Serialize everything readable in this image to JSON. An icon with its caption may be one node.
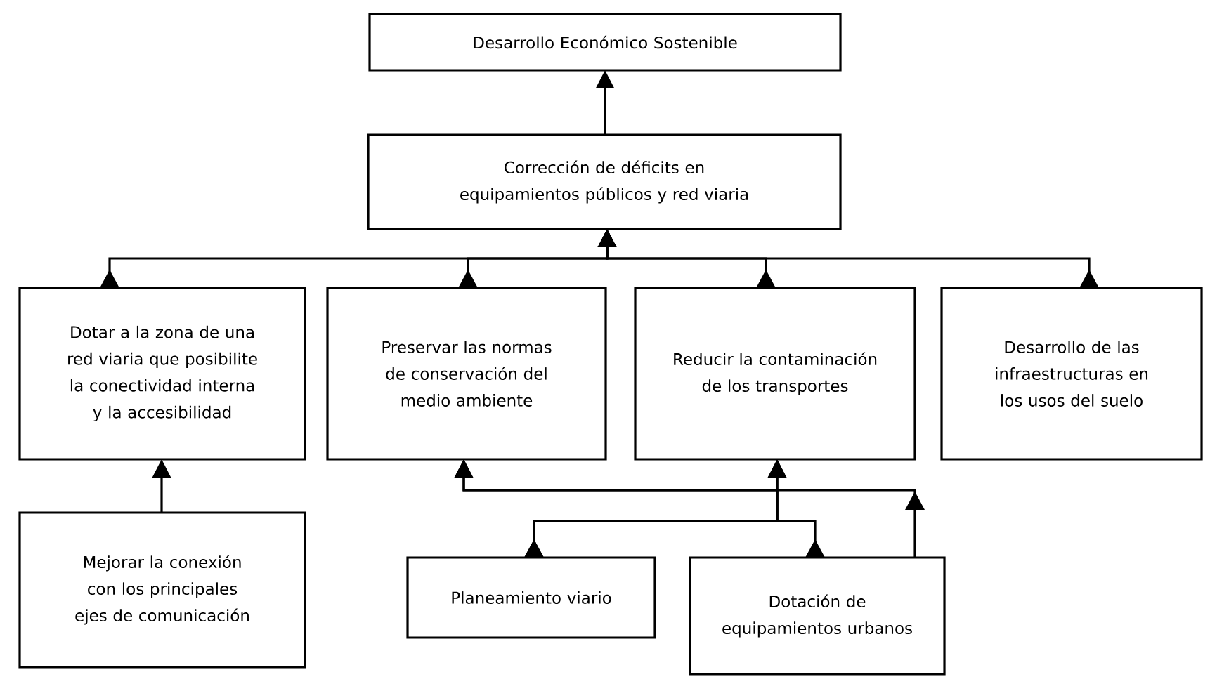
{
  "diagram": {
    "nodes": [
      {
        "text": [
          "Desarrollo Económico Sostenible"
        ]
      },
      {
        "text": [
          "Corrección de déficits en equipamientos públicos y red viaria"
        ]
      },
      {
        "text": [
          "Dotar a la zona de una red viaria que posibilite la conectividad interna y la accesibilidad"
        ]
      },
      {
        "text": [
          "Preservar las normas de conservación del medio ambiente"
        ]
      },
      {
        "text": [
          "Reducir la contaminación de los transportes"
        ]
      },
      {
        "text": [
          "Desarrollo de las infraestructuras en los usos del suelo"
        ]
      },
      {
        "text": [
          "Mejorar la conexión con los principales ejes de comunicación"
        ]
      },
      {
        "text": [
          "Planeamiento viario"
        ]
      },
      {
        "text": [
          "Dotación de equipamientos urbanos"
        ]
      }
    ],
    "edges": [
      {
        "from": 1,
        "to": 0,
        "arrow": "to"
      },
      {
        "from": 2,
        "to": 1,
        "arrow": "to"
      },
      {
        "from": 3,
        "to": 1,
        "arrow": "to"
      },
      {
        "from": 4,
        "to": 1,
        "arrow": "to"
      },
      {
        "from": 5,
        "to": 1,
        "arrow": "to"
      },
      {
        "from": 6,
        "to": 2,
        "arrow": "to"
      },
      {
        "from": 7,
        "to": 3,
        "arrow": "to"
      },
      {
        "from": 7,
        "to": 4,
        "arrow": "to"
      },
      {
        "from": 8,
        "to": 3,
        "arrow": "to"
      },
      {
        "from": 8,
        "to": 4,
        "arrow": "to"
      }
    ]
  }
}
